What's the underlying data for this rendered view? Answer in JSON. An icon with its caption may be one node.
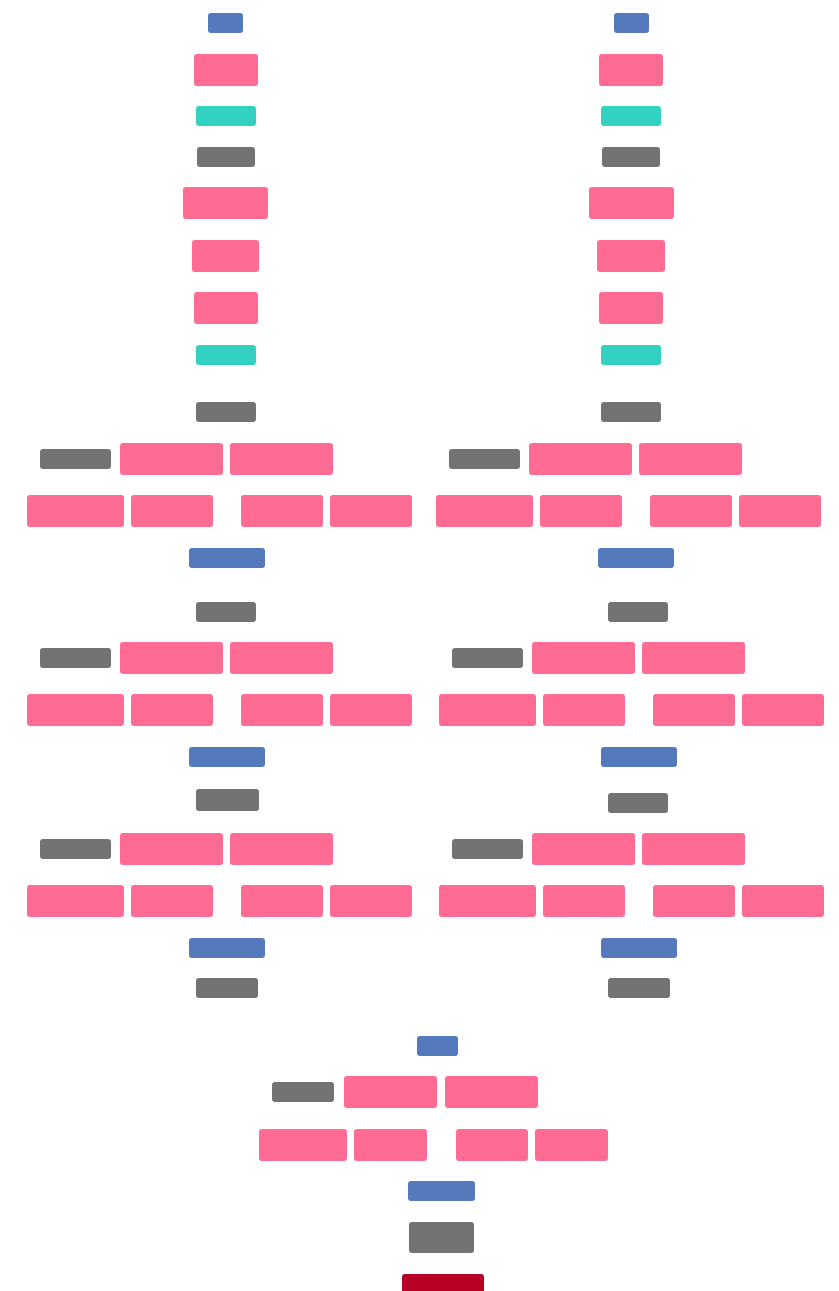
{
  "diagram": {
    "nodes": [
      {
        "text": [],
        "shape": "box"
      },
      {
        "text": [],
        "shape": "box"
      },
      {
        "text": [],
        "shape": "box"
      },
      {
        "text": [],
        "shape": "box"
      },
      {
        "text": [],
        "shape": "box"
      },
      {
        "text": [],
        "shape": "box"
      },
      {
        "text": [],
        "shape": "box"
      },
      {
        "text": [],
        "shape": "box"
      },
      {
        "text": [],
        "shape": "box"
      },
      {
        "text": [],
        "shape": "box"
      },
      {
        "text": [],
        "shape": "box"
      },
      {
        "text": [],
        "shape": "box"
      },
      {
        "text": [],
        "shape": "box"
      },
      {
        "text": [],
        "shape": "box"
      },
      {
        "text": [],
        "shape": "box"
      },
      {
        "text": [],
        "shape": "box"
      },
      {
        "text": [],
        "shape": "box"
      },
      {
        "text": [],
        "shape": "box"
      },
      {
        "text": [],
        "shape": "box"
      },
      {
        "text": [],
        "shape": "box"
      },
      {
        "text": [],
        "shape": "box"
      },
      {
        "text": [],
        "shape": "box"
      },
      {
        "text": [],
        "shape": "box"
      },
      {
        "text": [],
        "shape": "box"
      },
      {
        "text": [],
        "shape": "box"
      },
      {
        "text": [],
        "shape": "box"
      },
      {
        "text": [],
        "shape": "box"
      },
      {
        "text": [],
        "shape": "box"
      },
      {
        "text": [],
        "shape": "box"
      },
      {
        "text": [],
        "shape": "box"
      },
      {
        "text": [],
        "shape": "box"
      },
      {
        "text": [],
        "shape": "box"
      },
      {
        "text": [],
        "shape": "box"
      },
      {
        "text": [],
        "shape": "box"
      },
      {
        "text": [],
        "shape": "box"
      },
      {
        "text": [],
        "shape": "box"
      },
      {
        "text": [],
        "shape": "box"
      },
      {
        "text": [],
        "shape": "box"
      },
      {
        "text": [],
        "shape": "box"
      },
      {
        "text": [],
        "shape": "box"
      },
      {
        "text": [],
        "shape": "box"
      },
      {
        "text": [],
        "shape": "box"
      },
      {
        "text": [],
        "shape": "box"
      },
      {
        "text": [],
        "shape": "box"
      },
      {
        "text": [],
        "shape": "box"
      },
      {
        "text": [],
        "shape": "box"
      },
      {
        "text": [],
        "shape": "box"
      },
      {
        "text": [],
        "shape": "box"
      },
      {
        "text": [],
        "shape": "box"
      },
      {
        "text": [],
        "shape": "box"
      },
      {
        "text": [],
        "shape": "box"
      },
      {
        "text": [],
        "shape": "box"
      },
      {
        "text": [],
        "shape": "box"
      },
      {
        "text": [],
        "shape": "box"
      },
      {
        "text": [],
        "shape": "box"
      },
      {
        "text": [],
        "shape": "box"
      },
      {
        "text": [],
        "shape": "box"
      },
      {
        "text": [],
        "shape": "box"
      },
      {
        "text": [],
        "shape": "box"
      },
      {
        "text": [],
        "shape": "box"
      },
      {
        "text": [],
        "shape": "box"
      },
      {
        "text": [],
        "shape": "box"
      },
      {
        "text": [],
        "shape": "box"
      },
      {
        "text": [],
        "shape": "box"
      },
      {
        "text": [],
        "shape": "box"
      },
      {
        "text": [],
        "shape": "box"
      },
      {
        "text": [],
        "shape": "box"
      },
      {
        "text": [],
        "shape": "box"
      },
      {
        "text": [],
        "shape": "box"
      },
      {
        "text": [],
        "shape": "box"
      },
      {
        "text": [],
        "shape": "box"
      },
      {
        "text": [],
        "shape": "box"
      },
      {
        "text": [],
        "shape": "box"
      },
      {
        "text": [],
        "shape": "box"
      },
      {
        "text": [],
        "shape": "box"
      },
      {
        "text": [],
        "shape": "box"
      },
      {
        "text": [],
        "shape": "box"
      },
      {
        "text": [],
        "shape": "box"
      },
      {
        "text": [],
        "shape": "box"
      },
      {
        "text": [],
        "shape": "box"
      },
      {
        "text": [],
        "shape": "box"
      },
      {
        "text": [],
        "shape": "box"
      },
      {
        "text": [],
        "shape": "box"
      }
    ]
  }
}
